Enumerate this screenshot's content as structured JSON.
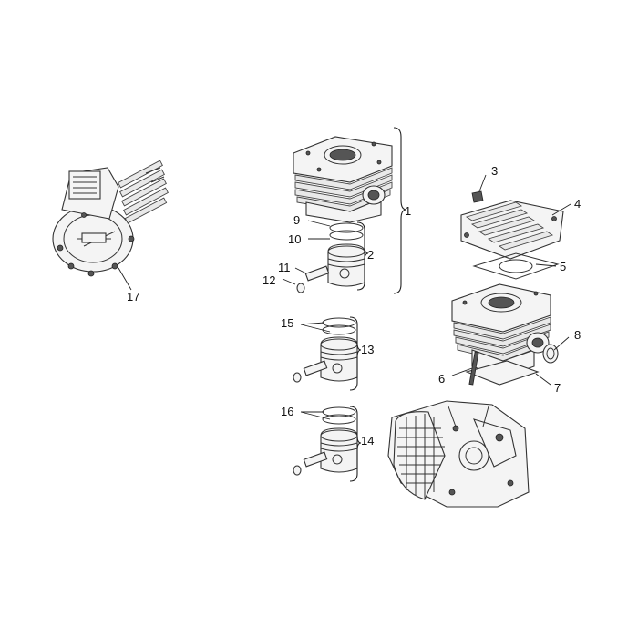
{
  "callouts": {
    "c1": "1",
    "c2": "2",
    "c3": "3",
    "c4": "4",
    "c5": "5",
    "c6": "6",
    "c7": "7",
    "c8": "8",
    "c9": "9",
    "c10": "10",
    "c11": "11",
    "c12": "12",
    "c13": "13",
    "c14": "14",
    "c15": "15",
    "c16": "16",
    "c17": "17"
  },
  "icons": {
    "engine": "engine-overview-icon",
    "cylinder": "cylinder-icon",
    "piston": "piston-icon",
    "head": "cylinder-head-icon",
    "crankcase": "crankcase-icon"
  }
}
